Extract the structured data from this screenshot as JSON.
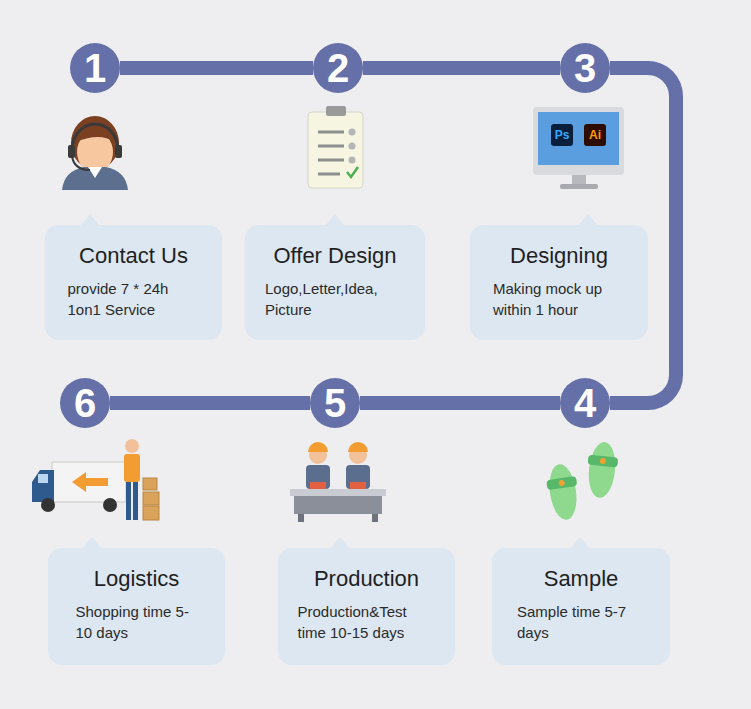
{
  "diagram": {
    "nodes": [
      {
        "text": [
          "1"
        ]
      },
      {
        "text": [
          "Contact Us",
          "provide 7 * 24h 1on1 Service"
        ]
      },
      {
        "text": [
          "2"
        ]
      },
      {
        "text": [
          "Offer Design",
          "Logo,Letter,Idea, Picture"
        ]
      },
      {
        "text": [
          "3"
        ]
      },
      {
        "text": [
          "Designing",
          "Making mock up within 1 hour"
        ]
      },
      {
        "text": [
          "4"
        ]
      },
      {
        "text": [
          "Sample",
          "Sample time 5-7 days"
        ]
      },
      {
        "text": [
          "5"
        ]
      },
      {
        "text": [
          "Production",
          "Production&Test time 10-15 days"
        ]
      },
      {
        "text": [
          "6"
        ]
      },
      {
        "text": [
          "Logistics",
          "Shopping time 5-10 days"
        ]
      }
    ],
    "edges": [
      {
        "from": 0,
        "to": 2,
        "arrow": "none"
      },
      {
        "from": 2,
        "to": 4,
        "arrow": "none"
      },
      {
        "from": 4,
        "to": 6,
        "arrow": "none"
      },
      {
        "from": 6,
        "to": 8,
        "arrow": "none"
      },
      {
        "from": 8,
        "to": 10,
        "arrow": "none"
      }
    ],
    "labels": [
      "Ps",
      "Ai"
    ]
  }
}
